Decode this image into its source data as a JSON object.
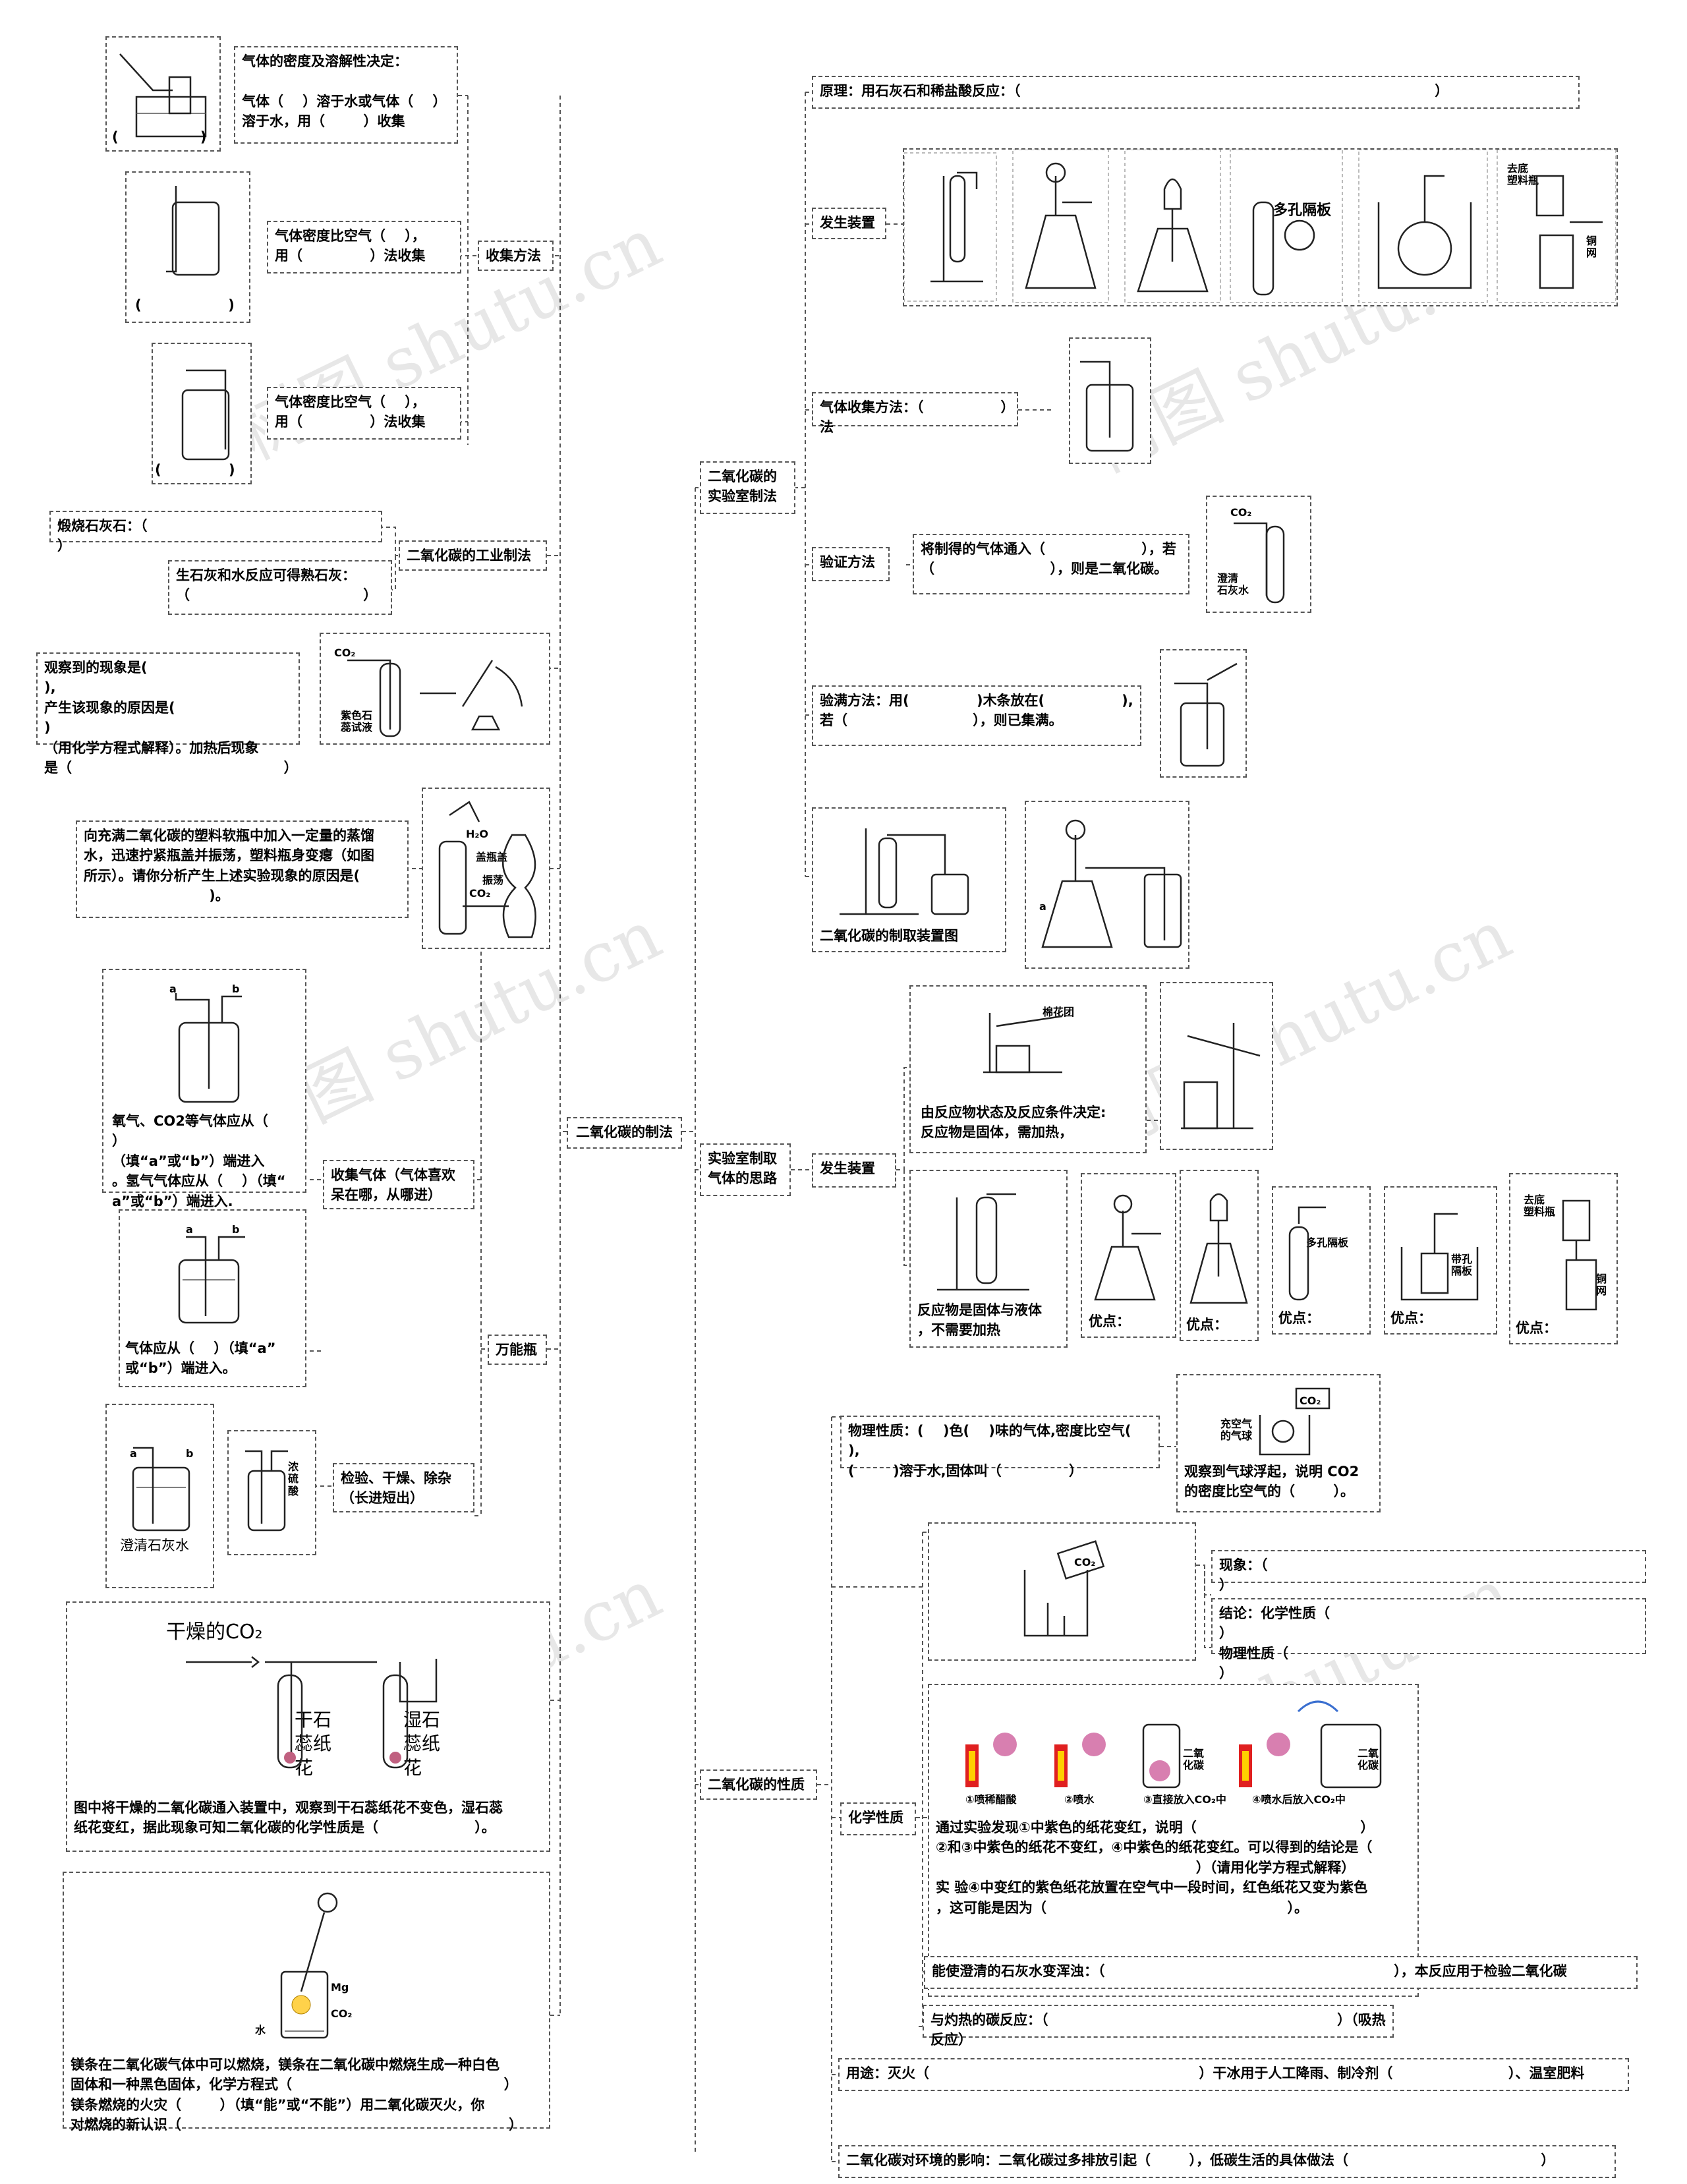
{
  "center": "二氧化碳的制法",
  "watermark": "树图 shutu.cn",
  "left": {
    "collect": {
      "title": "收集方法",
      "b1": "气体的密度及溶解性决定：\n\n气体（    ）溶于水或气体（    ）\n溶于水，用（        ）收集",
      "b2": "气体密度比空气（    ），\n用（              ）法收集",
      "b3": "气体密度比空气（    ），\n用（              ）法收集",
      "c1": "(                 )",
      "c2": "(                  )",
      "c3": "(              )"
    },
    "industrial": {
      "title": "二氧化碳的工业制法",
      "b1": "煅烧石灰石：（                                                    ）",
      "b2": "生石灰和水反应可得熟石灰：\n（                                    ）"
    },
    "litmus": {
      "text": "观察到的现象是(                              ),\n产生该现象的原因是(                          )\n（用化学方程式解释）。加热后现象\n是（                                            ）",
      "co2": "CO₂",
      "solution": "紫色石\n蕊试液"
    },
    "bottle": {
      "text": "向充满二氧化碳的塑料软瓶中加入一定量的蒸馏\n水，迅速拧紧瓶盖并振荡，塑料瓶身变瘪（如图\n所示）。请你分析产生上述实验现象的原因是(\n                          )。",
      "h2o": "H₂O",
      "cap": "盖瓶盖",
      "shake": "振荡",
      "co2": "CO₂"
    },
    "wanneng": {
      "title": "万能瓶",
      "collect_title": "收集气体（气体喜欢\n呆在哪，从哪进）",
      "t1": "氧气、CO2等气体应从（    ）\n（填“a”或“b”）端进入\n。氢气气体应从（    ）（填“\na”或“b”）端进入.",
      "t2": "气体应从（    ）（填“a”\n或“b”）端进入。",
      "t3": "检验、干燥、除杂\n（长进短出）",
      "a": "a",
      "b": "b",
      "lime": "澄清石灰水",
      "acid": "浓\n硫\n酸"
    },
    "litmus_flower": {
      "label": "干燥的CO₂",
      "dry": "干石\n蕊纸\n花",
      "wet": "湿石\n蕊纸\n花",
      "text": "图中将干燥的二氧化碳通入装置中，观察到干石蕊纸花不变色，湿石蕊\n纸花变红，据此现象可知二氧化碳的化学性质是（                    ）。"
    },
    "mg": {
      "mg": "Mg",
      "co2": "CO₂",
      "water": "水",
      "text": "镁条在二氧化碳气体中可以燃烧，镁条在二氧化碳中燃烧生成一种白色\n固体和一种黑色固体，化学方程式（                                            ）\n镁条燃烧的火灾（        ）（填“能”或“不能”）用二氧化碳灭火，你\n对燃烧的新认识（                                                                    ）"
    }
  },
  "right": {
    "lab_prep": {
      "title": "二氧化碳的\n实验室制法",
      "principle": "原理：用石灰石和稀盐酸反应：（                                                                                      ）",
      "generator": "发生装置",
      "porous": "多孔隔板",
      "plastic": "去底\n塑料瓶",
      "copper": "铜\n网",
      "collect": "气体收集方法：（                ）法",
      "verify_title": "验证方法",
      "verify": "将制得的气体通入（                    ），若\n（                        ），则是二氧化碳。",
      "co2": "CO₂",
      "lime": "澄清\n石灰水",
      "full_title": "验满方法：用(              )木条放在(                ),\n若（                          ），则已集满。",
      "diagram_caption": "二氧化碳的制取装置图",
      "a": "a"
    },
    "thinking": {
      "title": "实验室制取\n气体的思路",
      "generator": "发生装置",
      "solid_heat": "由反应物状态及反应条件决定:\n反应物是固体，需加热，",
      "cotton": "棉花团",
      "solid_liquid": "反应物是固体与液体\n，不需要加热",
      "adv": "优点：",
      "porous": "多孔隔板",
      "baffle": "带孔\n隔板",
      "plastic": "去底\n塑料瓶",
      "copper": "铜\n网"
    },
    "properties": {
      "title": "二氧化碳的性质",
      "physical": "物理性质：(    )色(    )味的气体,密度比空气(    ),\n(        )溶于水,固体叫（              ）",
      "balloon": "观察到气球浮起，说明 CO2\n的密度比空气的（        ）。",
      "air_balloon": "充空气\n的气球",
      "co2": "CO₂",
      "candle_phenomenon": "现象：（                                                                                           ）",
      "candle_conclusion": "结论：化学性质（                                                                          ）\n物理性质（                                                                          ）",
      "chem_title": "化学性质",
      "flower_labels": [
        "①喷稀醋酸",
        "②喷水",
        "③直接放入CO₂中",
        "④喷水后放入CO₂中"
      ],
      "co2_bottle": "二氧\n化碳",
      "chem_text": "通过实验发现①中紫色的纸花变红，说明（                                  ）\n②和③中紫色的纸花不变红，④中紫色的纸花变红。可以得到的结论是（\n                                                      ）（请用化学方程式解释）\n实 验④中变红的紫色纸花放置在空气中一段时间，红色纸花又变为紫色\n，这可能是因为（                                                  ）。",
      "limewater": "能使澄清的石灰水变浑浊：（                                                            ），本反应用于检验二氧化碳",
      "carbon": "与灼热的碳反应：（                                                            ）（吸热反应）"
    },
    "uses": "用途：灭火（                                                        ）干冰用于人工降雨、制冷剂（                        ）、温室肥料",
    "environment": "二氧化碳对环境的影响：二氧化碳过多排放引起（        ），低碳生活的具体做法（                                        ）"
  }
}
